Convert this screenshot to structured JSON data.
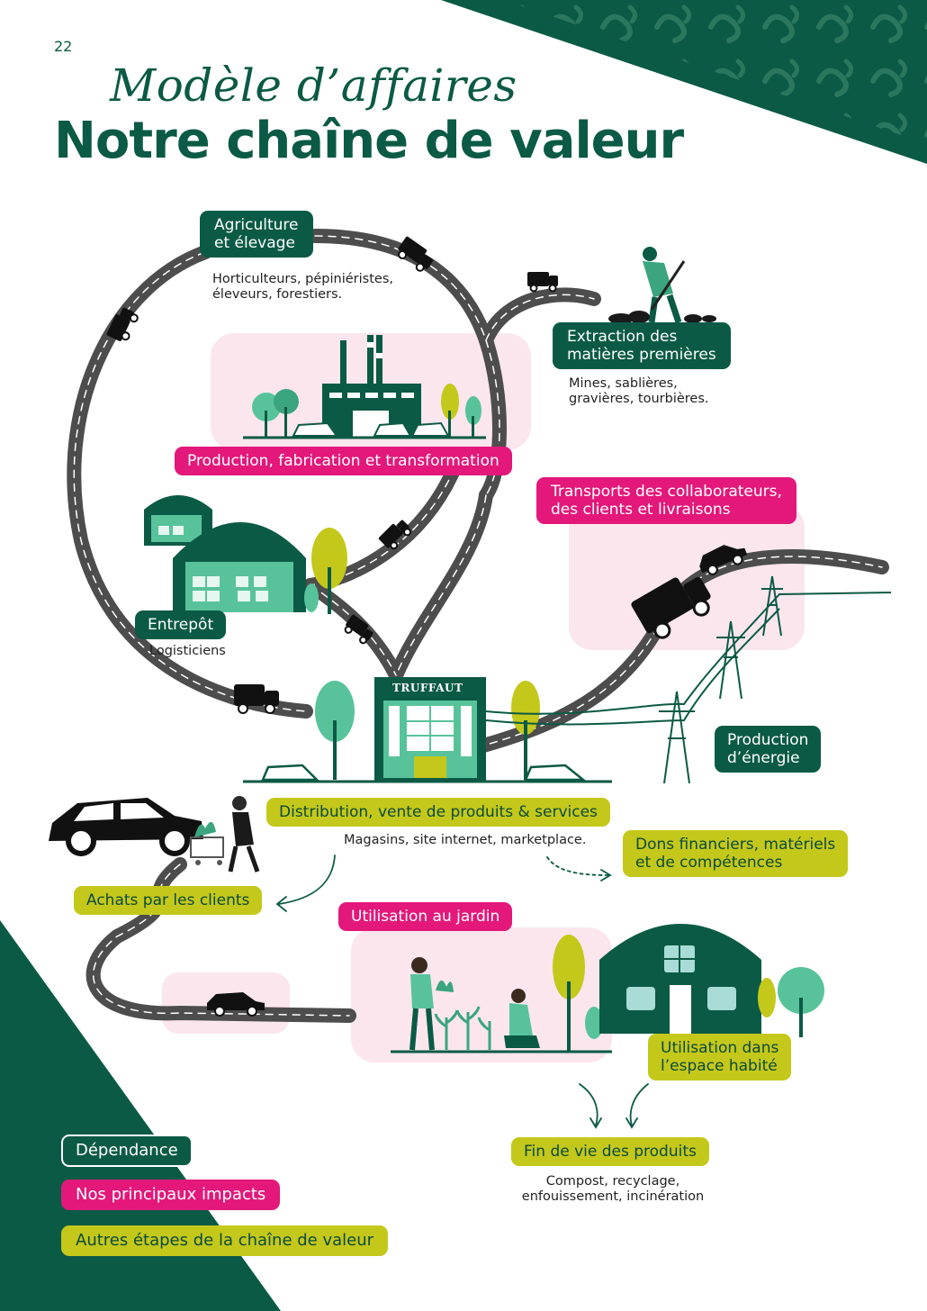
{
  "page_number": "22",
  "title_italic": "Modèle d’affaires",
  "title_main": "Notre chaîne de valeur",
  "store_sign": "TRUFFAUT",
  "colors": {
    "dark_green": "#0b5a45",
    "mid_green": "#3aa57f",
    "light_green": "#58c39a",
    "lime": "#c4c81a",
    "pink": "#e3187a",
    "light_pink": "#fbe6ee",
    "road": "#4d4d4d"
  },
  "steps": {
    "agriculture": {
      "label_l1": "Agriculture",
      "label_l2": "et élevage",
      "desc_l1": "Horticulteurs, pépiniéristes,",
      "desc_l2": "éleveurs, forestiers."
    },
    "extraction": {
      "label_l1": "Extraction des",
      "label_l2": "matières premières",
      "desc_l1": "Mines, sablières,",
      "desc_l2": "gravières, tourbières."
    },
    "production": {
      "label": "Production, fabrication et transformation"
    },
    "transports": {
      "label_l1": "Transports des collaborateurs,",
      "label_l2": "des clients et livraisons"
    },
    "entrepot": {
      "label": "Entrepôt",
      "desc": "Logisticiens"
    },
    "energie": {
      "label_l1": "Production",
      "label_l2": "d’énergie"
    },
    "distribution": {
      "label": "Distribution, vente de produits & services",
      "desc": "Magasins, site internet, marketplace."
    },
    "dons": {
      "label_l1": "Dons financiers, matériels",
      "label_l2": "et de compétences"
    },
    "achats": {
      "label": "Achats par les clients"
    },
    "utilisation_jardin": {
      "label": "Utilisation au jardin"
    },
    "utilisation_habitat": {
      "label_l1": "Utilisation dans",
      "label_l2": "l’espace habité"
    },
    "fin_de_vie": {
      "label": "Fin de vie des produits",
      "desc_l1": "Compost, recyclage,",
      "desc_l2": "enfouissement, incinération"
    }
  },
  "legend": {
    "dependance": "Dépendance",
    "impacts": "Nos principaux impacts",
    "autres": "Autres étapes de la chaîne de valeur"
  }
}
